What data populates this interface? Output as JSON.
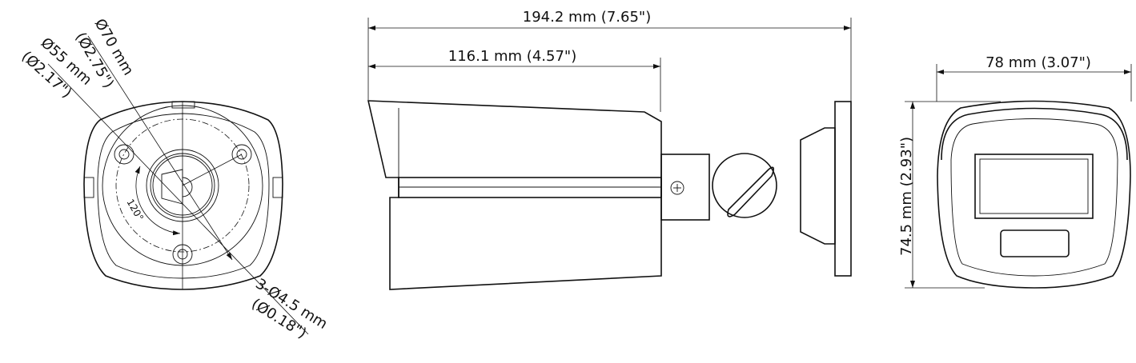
{
  "front_view": {
    "outer_diameter": "Ø70 mm",
    "outer_diameter_in": "(Ø2.75\")",
    "inner_diameter": "Ø55 mm",
    "inner_diameter_in": "(Ø2.17\")",
    "angle": "120°",
    "holes": "3-Ø4.5 mm",
    "holes_in": "(Ø0.18\")"
  },
  "side_view": {
    "total_length": "194.2 mm (7.65\")",
    "body_length": "116.1 mm (4.57\")"
  },
  "rear_view": {
    "width": "78 mm (3.07\")",
    "height": "74.5 mm (2.93\")"
  }
}
